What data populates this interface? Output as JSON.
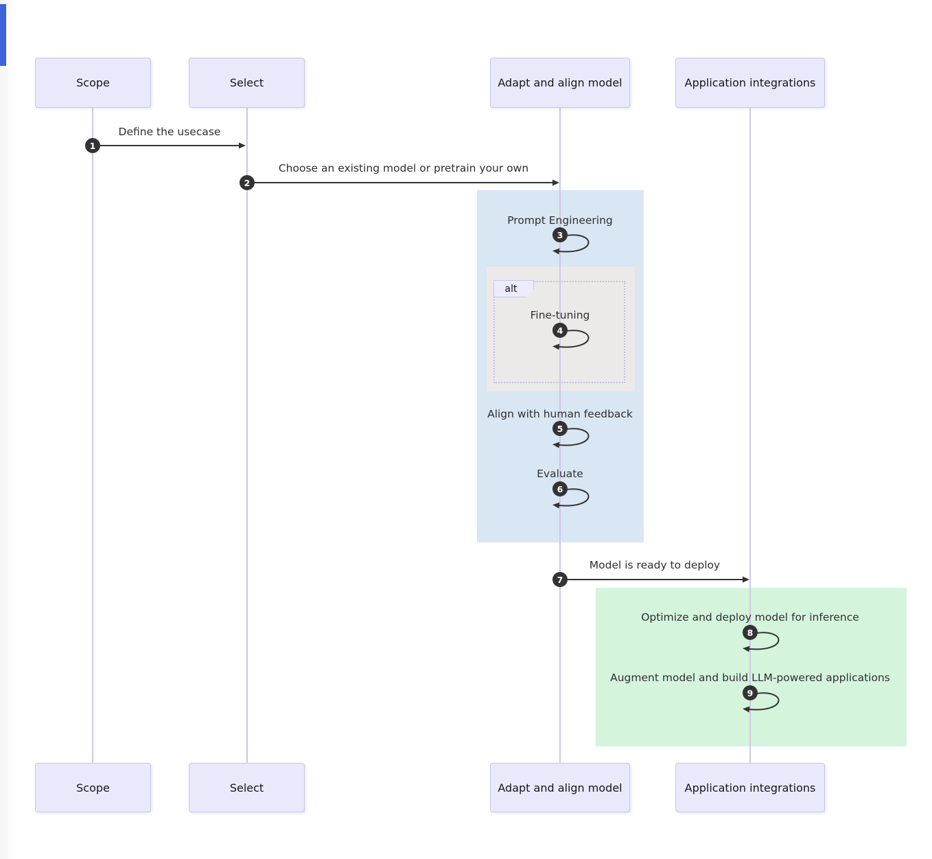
{
  "diagram": {
    "kind": "sequence-diagram",
    "actors": [
      {
        "label": "Scope"
      },
      {
        "label": "Select"
      },
      {
        "label": "Adapt and align model"
      },
      {
        "label": "Application integrations"
      }
    ],
    "alt_frame_label": "alt",
    "messages": [
      {
        "num": "1",
        "label": "Define the usecase",
        "kind": "arrow",
        "from": "Scope",
        "to": "Select"
      },
      {
        "num": "2",
        "label": "Choose an existing model or pretrain your own",
        "kind": "arrow",
        "from": "Select",
        "to": "Adapt and align model"
      },
      {
        "num": "3",
        "label": "Prompt Engineering",
        "kind": "self-loop",
        "on": "Adapt and align model"
      },
      {
        "num": "4",
        "label": "Fine-tuning",
        "kind": "self-loop",
        "on": "Adapt and align model"
      },
      {
        "num": "5",
        "label": "Align with human feedback",
        "kind": "self-loop",
        "on": "Adapt and align model"
      },
      {
        "num": "6",
        "label": "Evaluate",
        "kind": "self-loop",
        "on": "Adapt and align model"
      },
      {
        "num": "7",
        "label": "Model is ready to deploy",
        "kind": "arrow",
        "from": "Adapt and align model",
        "to": "Application integrations"
      },
      {
        "num": "8",
        "label": "Optimize and deploy model for inference",
        "kind": "self-loop",
        "on": "Application integrations"
      },
      {
        "num": "9",
        "label": "Augment model and build LLM-powered applications",
        "kind": "self-loop",
        "on": "Application integrations"
      }
    ]
  },
  "colors": {
    "actor-fill": "#E9E9FB",
    "actor-border": "#C9C4EC",
    "lifeline": "#CFC6E9",
    "arrow": "#333333",
    "badge-fill": "#333333",
    "badge-text": "#FFFFFF",
    "rect-blue": "#D9E6F3",
    "rect-gray": "#EBEAE8",
    "rect-green": "#D4F5DC",
    "alt-tab-fill": "#ECECFF",
    "dotted-border": "#C6BCE8",
    "edge-strip": "#3D63DD",
    "message-text": "#2F2F2F",
    "actor-text": "#16161D",
    "page-bg": "#FFFFFF"
  }
}
